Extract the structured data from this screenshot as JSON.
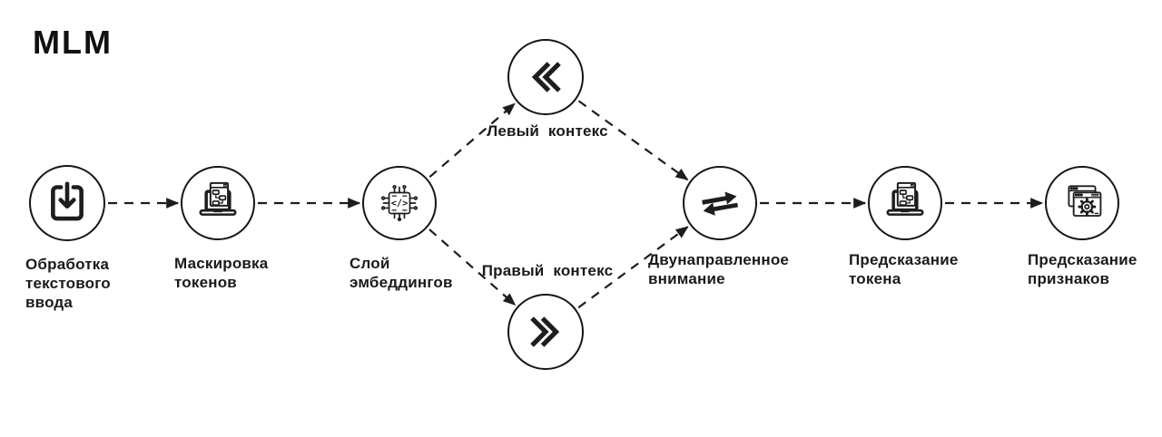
{
  "diagram": {
    "title": "MLM",
    "colors": {
      "background": "#ffffff",
      "stroke": "#1d1d1d",
      "text": "#1a1a1a"
    },
    "nodes": [
      {
        "id": "text-input-processing",
        "icon": "download-tray-icon",
        "label_lines": [
          "Обработка",
          "текстового",
          "ввода"
        ]
      },
      {
        "id": "token-masking",
        "icon": "laptop-flowchart-icon",
        "label_lines": [
          "Маскировка",
          "токенов"
        ]
      },
      {
        "id": "embedding-layer",
        "icon": "chip-code-icon",
        "label_lines": [
          "Слой",
          "эмбеддингов"
        ]
      },
      {
        "id": "left-context",
        "icon": "double-chevron-left-icon",
        "label_lines": [
          "Левый контекс"
        ]
      },
      {
        "id": "right-context",
        "icon": "double-chevron-right-icon",
        "label_lines": [
          "Правый контекс"
        ]
      },
      {
        "id": "bidirectional-attention",
        "icon": "swap-arrows-icon",
        "label_lines": [
          "Двунаправленное",
          "внимание"
        ]
      },
      {
        "id": "token-prediction",
        "icon": "laptop-flowchart-icon",
        "label_lines": [
          "Предсказание",
          "токена"
        ]
      },
      {
        "id": "feature-prediction",
        "icon": "browser-gear-icon",
        "label_lines": [
          "Предсказание",
          "признаков"
        ]
      }
    ],
    "edges": [
      {
        "from": "text-input-processing",
        "to": "token-masking"
      },
      {
        "from": "token-masking",
        "to": "embedding-layer"
      },
      {
        "from": "embedding-layer",
        "to": "left-context"
      },
      {
        "from": "embedding-layer",
        "to": "right-context"
      },
      {
        "from": "left-context",
        "to": "bidirectional-attention"
      },
      {
        "from": "right-context",
        "to": "bidirectional-attention"
      },
      {
        "from": "bidirectional-attention",
        "to": "token-prediction"
      },
      {
        "from": "token-prediction",
        "to": "feature-prediction"
      }
    ]
  }
}
